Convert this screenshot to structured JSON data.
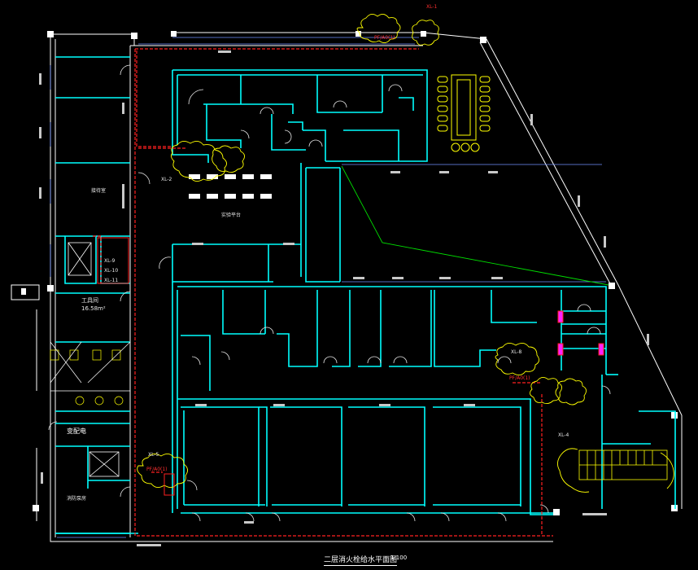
{
  "drawing": {
    "title": "二层消火栓给水平面图",
    "scale": "1:100"
  },
  "room_labels": {
    "reception": "接待室",
    "lab": "实验平台",
    "electrical_room": "工具间",
    "electrical_area": "16.58m²",
    "transformer": "变配电",
    "pump_room": "消防泵房"
  },
  "riser_labels": {
    "xl1": "XL-1",
    "xl2": "XL-2",
    "xl4": "XL-4",
    "xl5": "XL-5",
    "xl9": "XL-9",
    "xl10": "XL-10",
    "xl11": "XL-11",
    "xl8": "XL-8",
    "xl5b": "XL-5"
  },
  "hydrant_tags": {
    "top": "PF/A0(1)",
    "bottom_left": "PF/A0(1)",
    "right": "PF/A0(1)"
  },
  "colors": {
    "background": "#000000",
    "walls": "#00ffff",
    "pipe": "#ff2020",
    "text": "#e8e8e8",
    "furniture": "#ffff00",
    "cloud": "#ffff00",
    "duct": "#00ff00",
    "dim": "#6080ff",
    "door": "#e8e8e8",
    "wall_white": "#ffffff"
  }
}
